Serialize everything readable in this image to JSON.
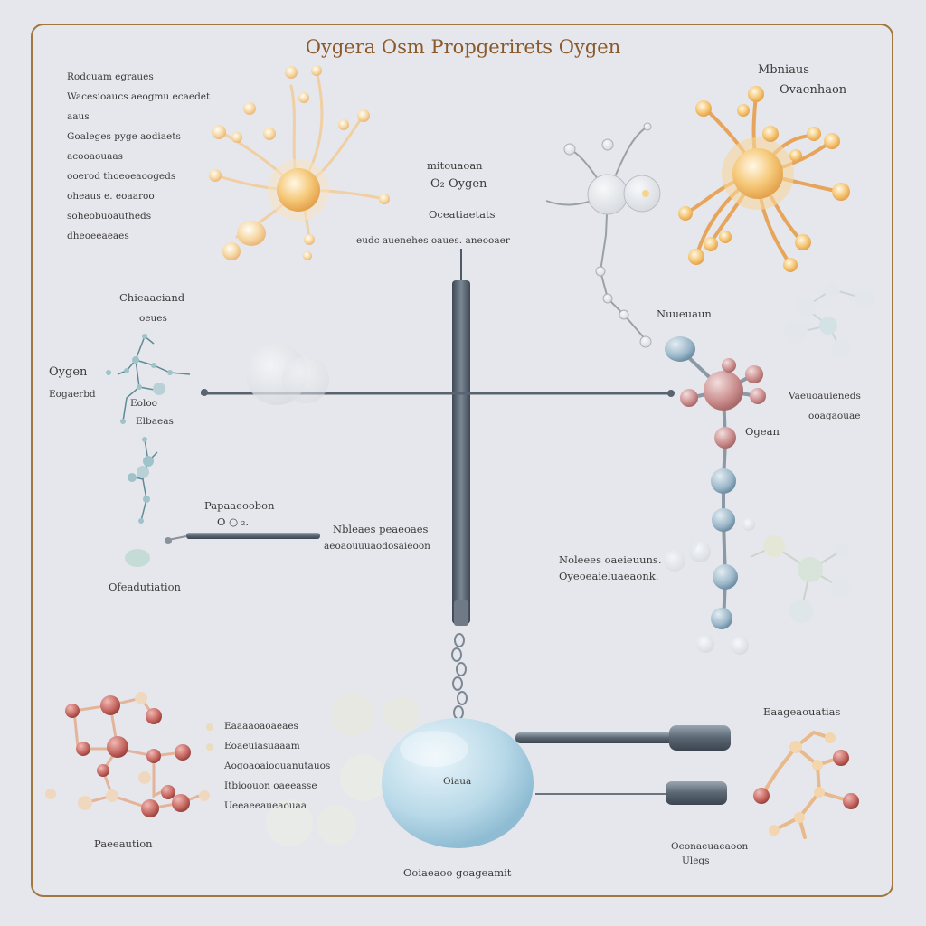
{
  "title": "Oygera Osm Propgerirets Oygen",
  "colors": {
    "frame": "#a0773e",
    "title": "#8a5a2b",
    "text": "#3c3a3a",
    "rod": "#4f5a66",
    "sphere": "#b8d9e8",
    "warm_atom": "#f2c27a",
    "rose_atom": "#c98b8b",
    "blue_atom": "#9bb7c9"
  },
  "top_left_notes": [
    "Rodcuam egraues",
    "Wacesioaucs aeogmu ecaedet",
    "aaus",
    "Goaleges pyge aodiaets",
    "acooaouaas",
    "ooerod thoeoeaoogeds",
    "oheaus e. eoaaroo",
    "soheobuoautheds",
    "dheoeeaeaes"
  ],
  "top_right_labels": [
    "Mbniaus",
    "Ovaenhaon"
  ],
  "center_labels": {
    "header": "mitouaoan",
    "formula": "O₂ Oygen",
    "sub": "Oceatiaetats",
    "caption": "eudc auenehes oaues. aneooaer"
  },
  "left_labels": {
    "cluster_title": "Chieaaciand",
    "cluster_sub": "oeues",
    "oxygen": "Oygen",
    "bound": "Eogaerbd",
    "small1": "Eoloo",
    "small2": "Elbaeas",
    "prop_title": "Papaaeoobon",
    "prop_formula": "O ○ ₂.",
    "bottom": "Ofeadutiation"
  },
  "right_labels": {
    "nucleus": "Nuueuaun",
    "note1": "Vaeuoauieneds",
    "note2": "ooagaouae",
    "oxygen": "Ogean",
    "note3": "Noleees oaeieuuns.",
    "note4": "Oyeoeaieluaeaonk."
  },
  "mid_labels": {
    "n1": "Nbleaes peaeoaes",
    "n2": "aeoaouuuaodosaieoon"
  },
  "bottom_left_notes": [
    "Eaaaaoaoaeaes",
    "Eoaeuiasuaaam",
    "Aogoaoaioouanutauos",
    "Itbioouon oaeeasse",
    "Ueeaeeaueaouaa"
  ],
  "bottom_labels": {
    "left": "Paeeaution",
    "sphere": "Oiaua",
    "sphere_caption": "Ooiaeaoo goageamit",
    "right_title": "Eaageaouatias",
    "right_note1": "Oeonaeuaeaoon",
    "right_note2": "Ulegs"
  }
}
